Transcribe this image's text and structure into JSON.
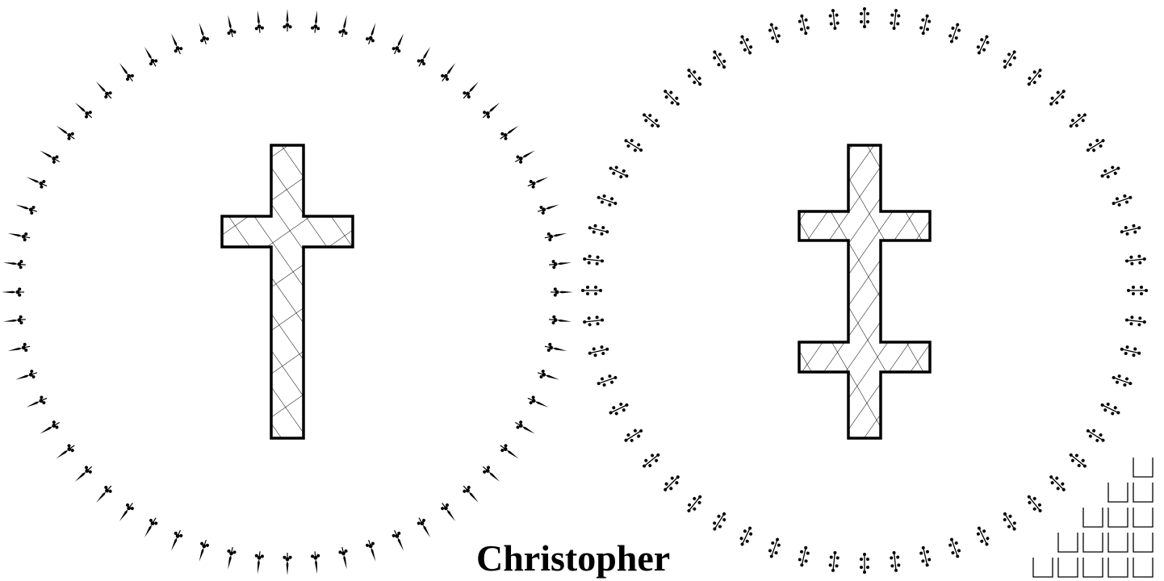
{
  "caption": "Christopher",
  "colors": {
    "ink": "#000000",
    "paper": "#ffffff"
  },
  "left_figure": {
    "icon": "latin-cross-icon",
    "ring_ornament": "fleury-dagger-icon",
    "ring_count": 60
  },
  "right_figure": {
    "icon": "cross-of-lorraine-icon",
    "ring_ornament": "double-trefoil-icon",
    "ring_count": 56
  },
  "corner_decoration": {
    "icon": "stacked-cup-boxes-icon",
    "rows": [
      1,
      2,
      3,
      4,
      5
    ]
  }
}
